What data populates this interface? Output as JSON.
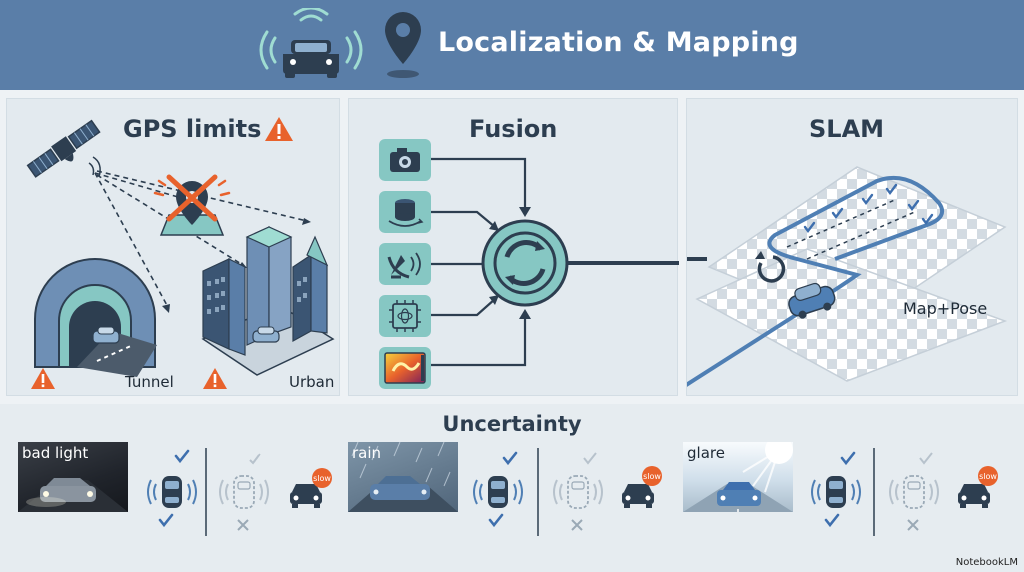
{
  "header": {
    "title": "Localization & Mapping"
  },
  "panels": {
    "gps": {
      "title": "GPS limits",
      "tunnel_label": "Tunnel",
      "urban_label": "Urban"
    },
    "fusion": {
      "title": "Fusion",
      "sensors": [
        "camera-icon",
        "lidar-icon",
        "radar-icon",
        "imu-chip-icon",
        "thermal-icon"
      ]
    },
    "slam": {
      "title": "SLAM",
      "output_label": "Map+Pose"
    }
  },
  "uncertainty": {
    "title": "Uncertainty",
    "conditions": [
      {
        "label": "bad light",
        "badge": "slow"
      },
      {
        "label": "rain",
        "badge": "slow"
      },
      {
        "label": "glare",
        "badge": "slow"
      }
    ]
  },
  "watermark": "NotebookLM",
  "colors": {
    "header": "#5a7ea8",
    "warning": "#e8622c",
    "teal_tile": "#86c7c3",
    "navy": "#2d3e50",
    "car_blue": "#4f7fb4",
    "check_blue": "#3e6fae",
    "slow_badge": "#e8622c"
  }
}
